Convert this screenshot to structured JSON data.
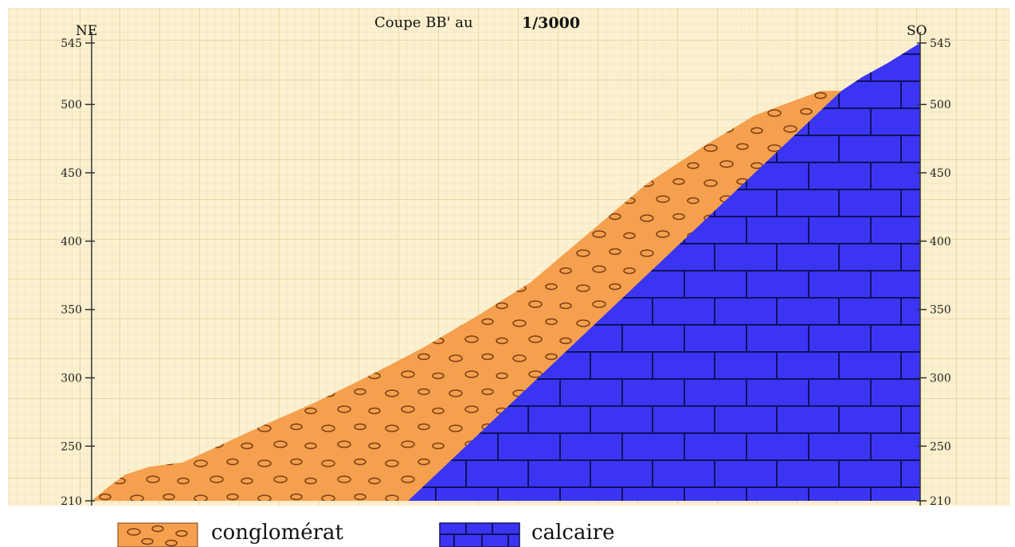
{
  "title": {
    "prefix": "Coupe BB' au",
    "scale": "1/3000"
  },
  "directions": {
    "left": "NE",
    "right": "SO"
  },
  "axis": {
    "ylim": [
      210,
      545
    ],
    "ticks": [
      210,
      250,
      300,
      350,
      400,
      450,
      500,
      545
    ]
  },
  "chart_data": {
    "type": "area",
    "title": "Coupe BB' au 1/3000",
    "xlabel": "",
    "ylabel": "",
    "ylim": [
      210,
      545
    ],
    "yticks": [
      210,
      250,
      300,
      350,
      400,
      450,
      500,
      545
    ],
    "x_ends": [
      "NE",
      "SO"
    ],
    "series": [
      {
        "name": "conglomérat",
        "color": "#f5a04e",
        "pattern": "pebbles",
        "x": [
          0,
          2,
          4,
          7,
          11,
          16,
          21,
          27,
          33,
          40,
          47,
          53,
          61,
          67,
          74,
          80,
          88,
          90.5,
          38.2
        ],
        "y": [
          210,
          220,
          229,
          235,
          238,
          252,
          266,
          282,
          300,
          322,
          347,
          370,
          411,
          442,
          470,
          492,
          510,
          510,
          210
        ]
      },
      {
        "name": "calcaire",
        "color": "#3b35f3",
        "pattern": "bricks",
        "x": [
          38.2,
          90.5,
          93,
          96,
          100,
          100
        ],
        "y": [
          210,
          510,
          520,
          530,
          545,
          210
        ]
      }
    ],
    "legend": [
      {
        "label": "conglomérat",
        "color": "#f5a04e"
      },
      {
        "label": "calcaire",
        "color": "#3b35f3"
      }
    ],
    "grid": true
  },
  "legend": {
    "item1": "conglomérat",
    "item2": "calcaire"
  },
  "colors": {
    "paper": "#fbf0cf",
    "grid_minor": "#eedcae",
    "grid_major": "#e0c892",
    "conglomerat": "#f5a04e",
    "calcaire": "#3b35f3"
  }
}
